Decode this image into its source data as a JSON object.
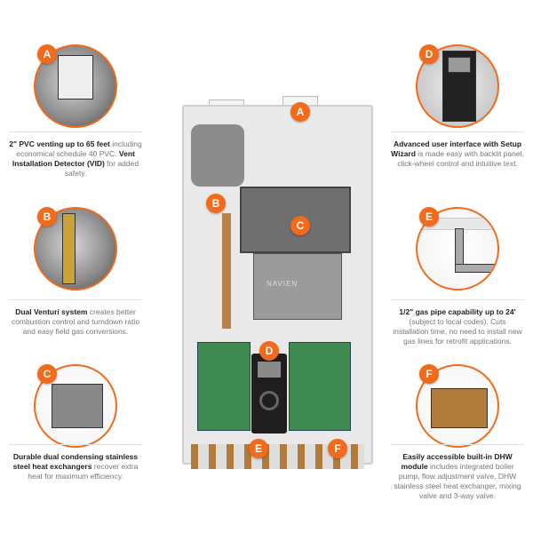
{
  "brand_label": "NAVIEN",
  "features": [
    {
      "letter": "A",
      "bold": "2\" PVC venting up to 65 feet",
      "text": " including economical schedule 40 PVC. ",
      "bold2": "Vent Installation Detector (VID)",
      "text2": " for added safety."
    },
    {
      "letter": "B",
      "bold": "Dual Venturi system",
      "text": " creates better combustion control and turndown ratio and easy field gas conversions.",
      "bold2": "",
      "text2": ""
    },
    {
      "letter": "C",
      "bold": "Durable dual condensing stainless steel heat exchangers",
      "text": " recover extra heat for maximum efficiency.",
      "bold2": "",
      "text2": ""
    },
    {
      "letter": "D",
      "bold": "Advanced user interface with Setup Wizard",
      "text": " is made easy with backlit panel, click-wheel control and intuitive text.",
      "bold2": "",
      "text2": ""
    },
    {
      "letter": "E",
      "bold": "1/2\" gas pipe capability up to 24'",
      "text": " (subject to local codes). Cuts installation time, no need to install new gas lines for retrofit applications.",
      "bold2": "",
      "text2": ""
    },
    {
      "letter": "F",
      "bold": "Easily accessible built-in DHW module",
      "text": " includes integrated boiler pump, flow adjustment valve, DHW stainless steel heat exchanger, mixing valve and 3-way valve.",
      "bold2": "",
      "text2": ""
    }
  ],
  "colors": {
    "accent": "#f26a1b"
  }
}
